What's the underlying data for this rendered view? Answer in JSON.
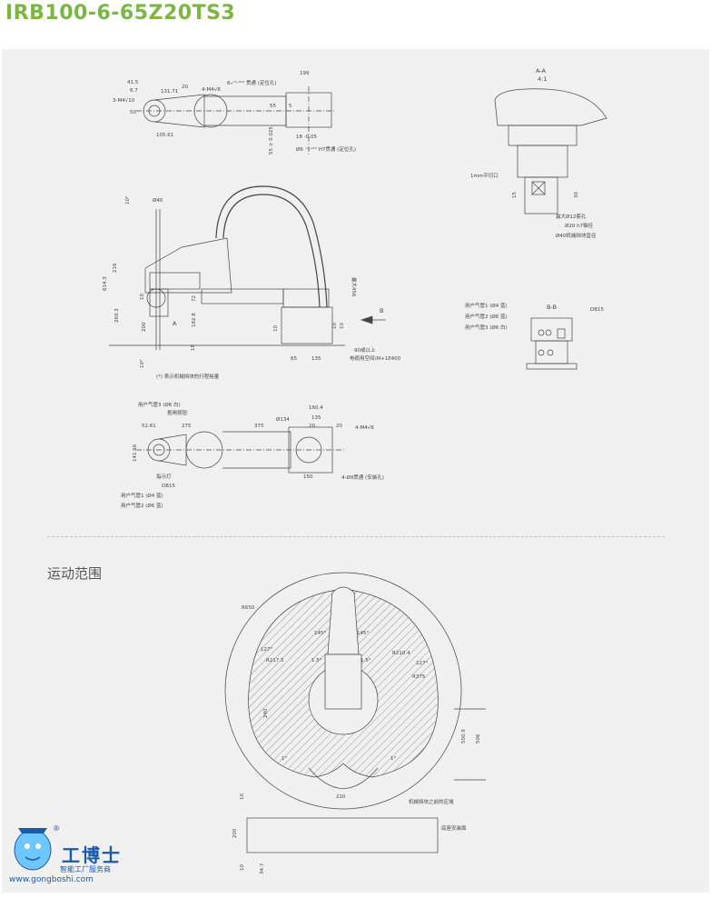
{
  "title": "IRB100-6-65Z20TS3",
  "section_title": "运动范围",
  "top_view": {
    "dims": [
      "41.5",
      "6.7",
      "3-M4√10",
      "131.71",
      "20",
      "4-M4√8",
      "6₀⁺⁰·⁰¹² 贯通 (定位孔)",
      "199",
      "50",
      "105.61",
      "55",
      "5",
      "18 -0.05",
      "Ø6 ⁺⁰·⁰¹² H7贯通 (定位孔)",
      "55 ± 0.025"
    ]
  },
  "aa_view": {
    "label": "A-A",
    "scale": "4:1",
    "notes": [
      "1mm平切口",
      "最大Ø12套孔",
      "Ø20 h7轴径",
      "Ø40机械挡块直径"
    ],
    "dims": [
      "15",
      "30"
    ]
  },
  "side_view": {
    "dims": [
      "10°",
      "Ø40",
      "216",
      "614.3",
      "269.3",
      "200",
      "10",
      "182.8",
      "72",
      "10",
      "10°",
      "18",
      "65",
      "135",
      "10",
      "10",
      "最大456"
    ],
    "labels": [
      "A",
      "B"
    ],
    "note1": "90或以上",
    "note2": "电缆用空间\\M+1E400",
    "footnote": "(*) 表示机械挡块的行程裕量"
  },
  "bb_view": {
    "label": "B-B",
    "items": [
      "用户气管1 (Ø4 蓝)",
      "用户气管2 (Ø6 蓝)",
      "用户气管3 (Ø6 白)",
      "DB15"
    ]
  },
  "bottom_view": {
    "dims": [
      "160.4",
      "135",
      "20",
      "20",
      "Ø134",
      "52.61",
      "275",
      "375",
      "4-M4√6",
      "141.66",
      "150",
      "4-Ø9贯通 (安装孔)"
    ],
    "labels": [
      "用户气管3 (Ø6 白)",
      "抱闸按钮",
      "指示灯",
      "DB15",
      "用户气管1 (Ø4 蓝)",
      "用户气管2 (Ø6 蓝)"
    ]
  },
  "range_view": {
    "dims": [
      "R650",
      "145°",
      "145°",
      "127°",
      "R217.5",
      "1.5°",
      "1.5°",
      "R210.4",
      "127°",
      "R375",
      "240",
      "1°",
      "1°",
      "500.9",
      "506",
      "220",
      "10",
      "200",
      "10",
      "34.7"
    ],
    "labels": [
      "机械挡块之前的区域",
      "底座安装面"
    ]
  },
  "logo": {
    "name": "工博士",
    "tagline": "智能工厂服务商",
    "url": "www.gongboshi.com",
    "mark": "®"
  },
  "colors": {
    "title": "#7ab642",
    "panel": "#f0f0f0",
    "logo": "#1a5aa6"
  }
}
